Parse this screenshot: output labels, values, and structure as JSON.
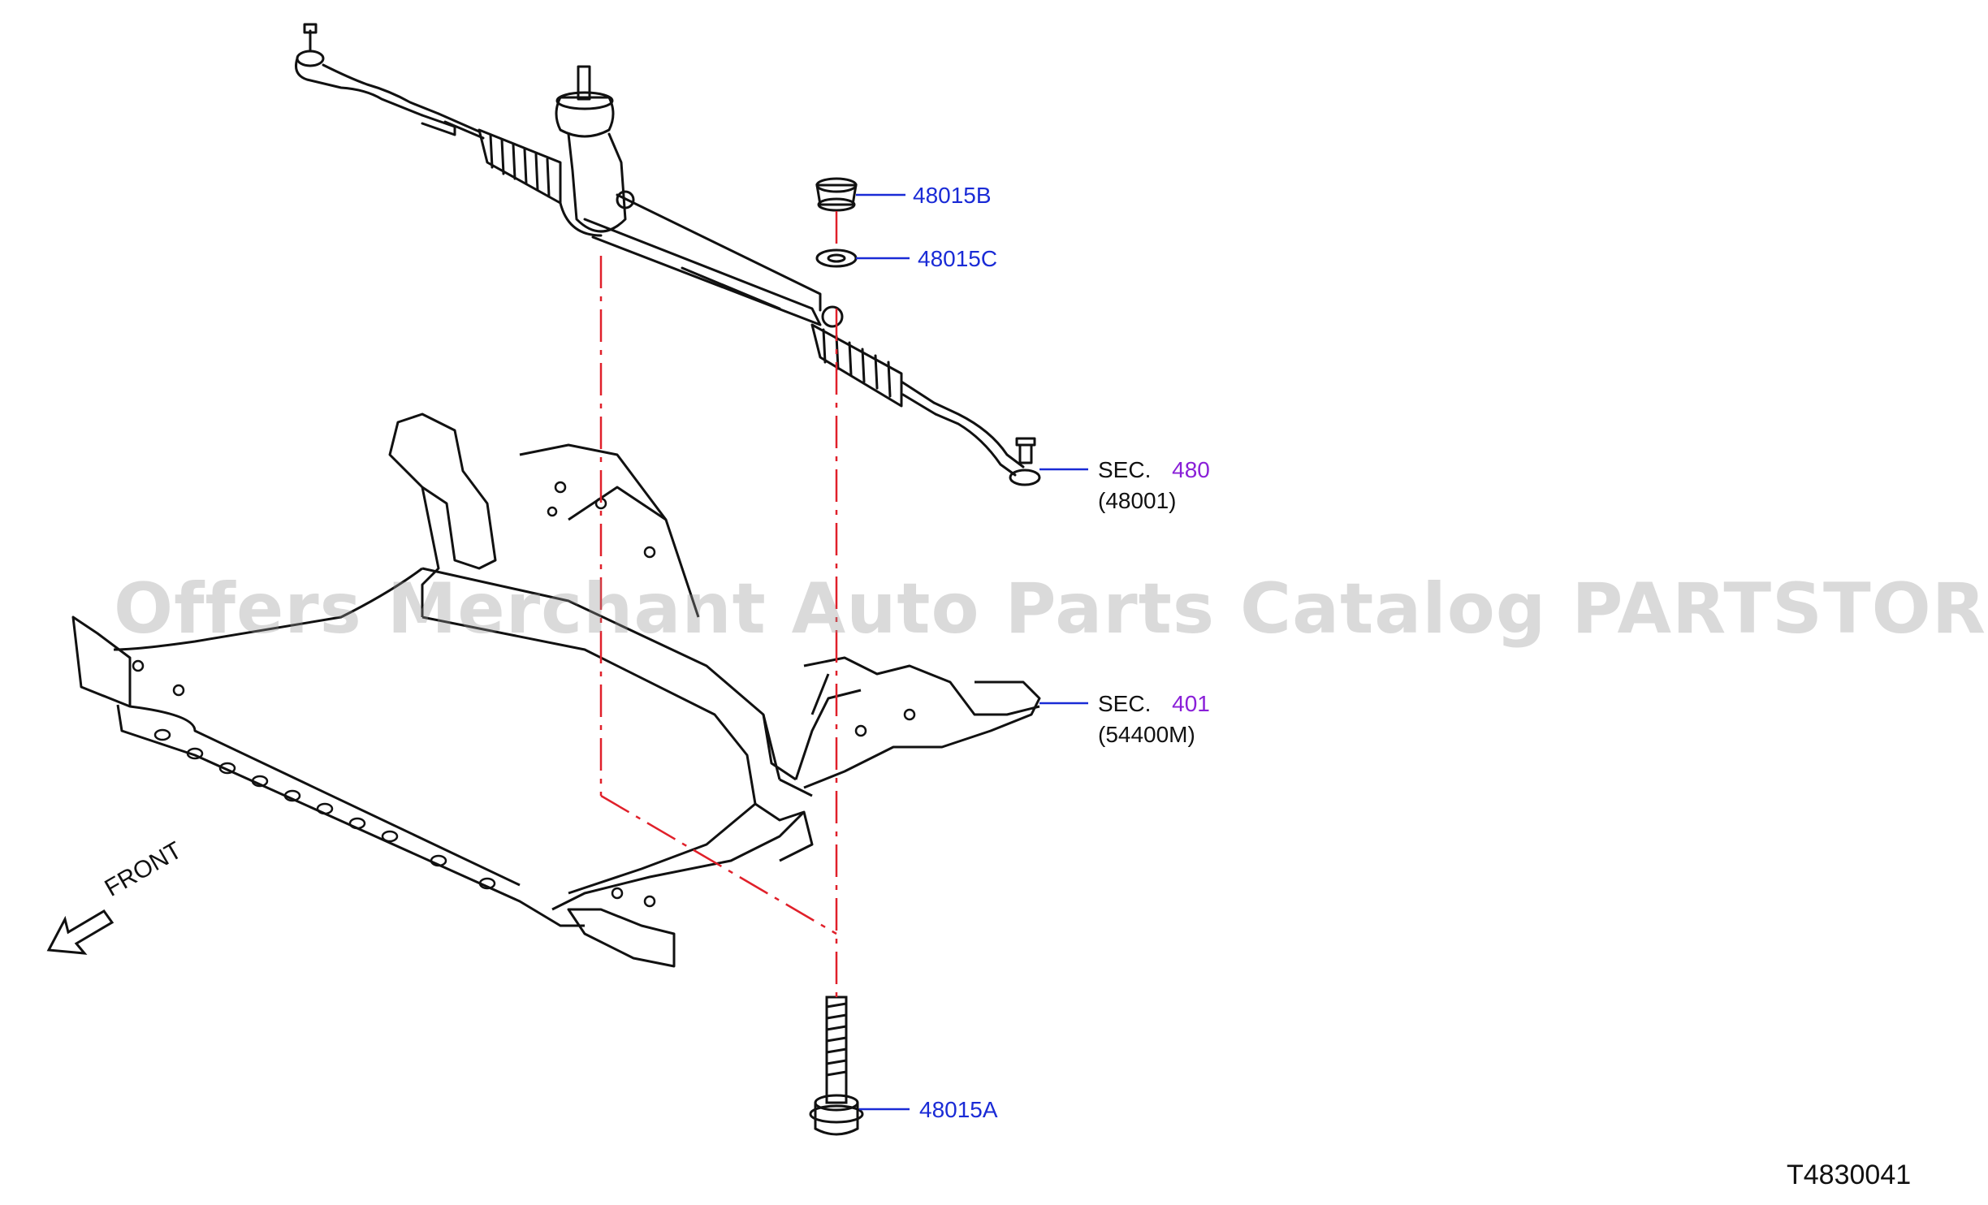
{
  "callouts": {
    "part_48015B": "48015B",
    "part_48015C": "48015C",
    "part_48015A": "48015A",
    "sec_480": {
      "prefix": "SEC.",
      "number": "480",
      "part": "(48001)"
    },
    "sec_401": {
      "prefix": "SEC.",
      "number": "401",
      "part": "(54400M)"
    }
  },
  "front_label": "FRONT",
  "diagram_code": "T4830041",
  "watermark": "Offers Merchant Auto Parts Catalog PARTSTORE.SA",
  "colors": {
    "line": "#111111",
    "leader": "#1a2bd6",
    "part_text": "#1a2bd6",
    "sec_number": "#8a1fd8",
    "centerline": "#e0202a"
  }
}
